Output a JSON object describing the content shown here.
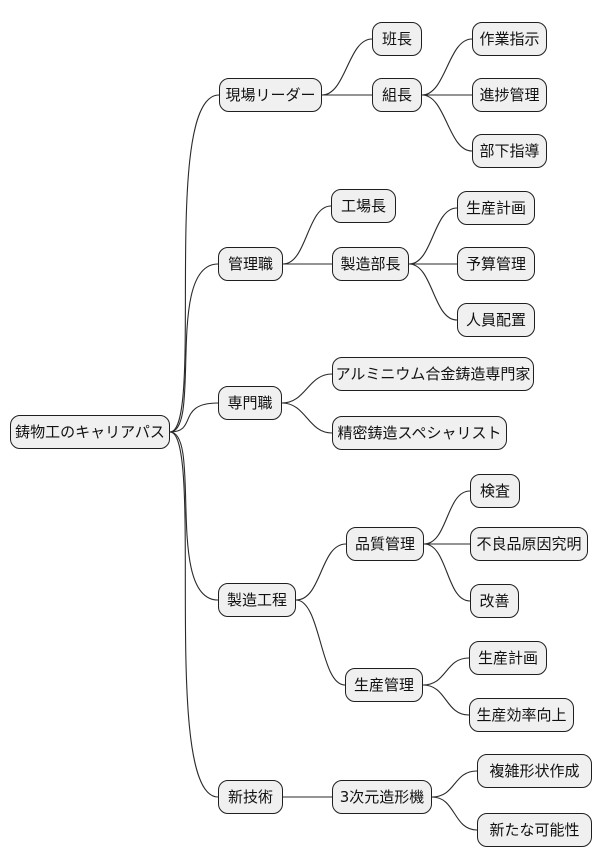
{
  "diagram_title": "鋳物工のキャリアパス",
  "diagram_type": "mindmap",
  "colors": {
    "node_fill": "#f0f0f0",
    "node_border": "#1f1f1f",
    "edge_stroke": "#2a2a2a",
    "background": "#ffffff",
    "text": "#111111"
  },
  "mindmap": {
    "root": {
      "label": "鋳物工のキャリアパス",
      "children": [
        {
          "label": "現場リーダー",
          "children": [
            {
              "label": "班長",
              "children": []
            },
            {
              "label": "組長",
              "children": [
                {
                  "label": "作業指示"
                },
                {
                  "label": "進捗管理"
                },
                {
                  "label": "部下指導"
                }
              ]
            }
          ]
        },
        {
          "label": "管理職",
          "children": [
            {
              "label": "工場長",
              "children": []
            },
            {
              "label": "製造部長",
              "children": [
                {
                  "label": "生産計画"
                },
                {
                  "label": "予算管理"
                },
                {
                  "label": "人員配置"
                }
              ]
            }
          ]
        },
        {
          "label": "専門職",
          "children": [
            {
              "label": "アルミニウム合金鋳造専門家",
              "children": []
            },
            {
              "label": "精密鋳造スペシャリスト",
              "children": []
            }
          ]
        },
        {
          "label": "製造工程",
          "children": [
            {
              "label": "品質管理",
              "children": [
                {
                  "label": "検査"
                },
                {
                  "label": "不良品原因究明"
                },
                {
                  "label": "改善"
                }
              ]
            },
            {
              "label": "生産管理",
              "children": [
                {
                  "label": "生産計画"
                },
                {
                  "label": "生産効率向上"
                }
              ]
            }
          ]
        },
        {
          "label": "新技術",
          "children": [
            {
              "label": "3次元造形機",
              "children": [
                {
                  "label": "複雑形状作成"
                },
                {
                  "label": "新たな可能性"
                }
              ]
            }
          ]
        }
      ]
    }
  }
}
